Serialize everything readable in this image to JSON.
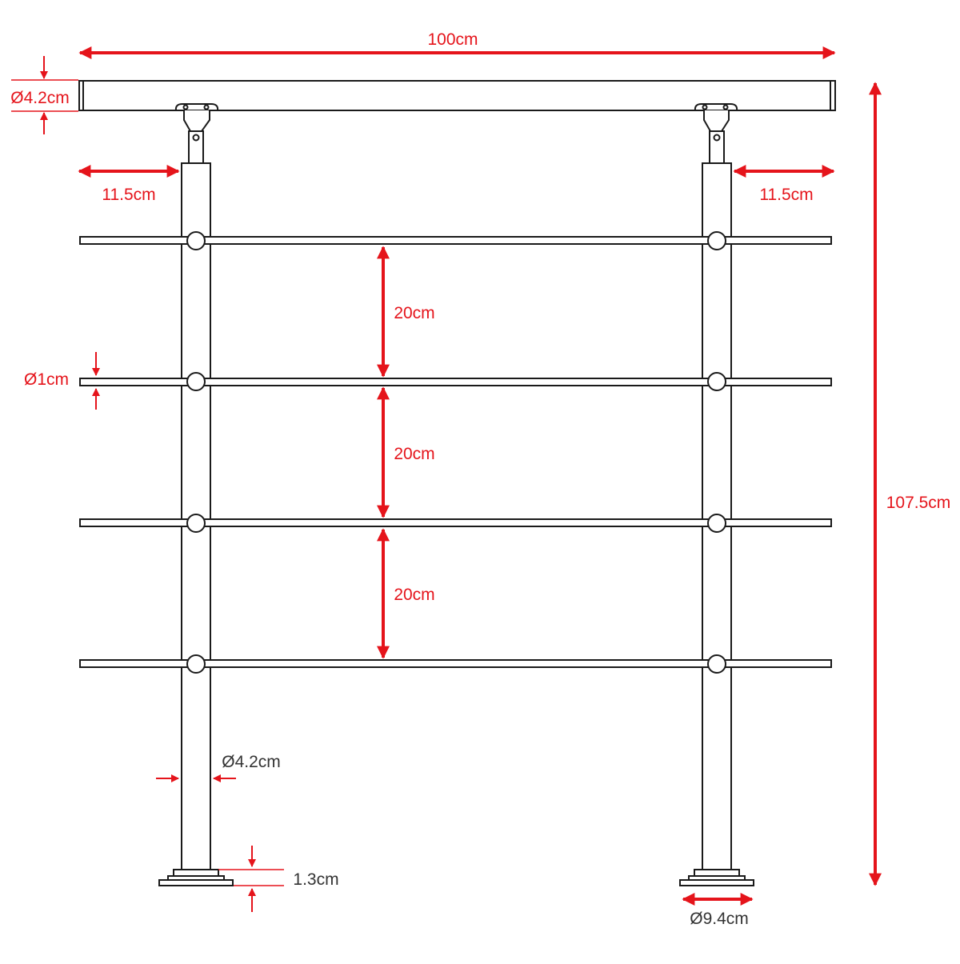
{
  "colors": {
    "line": "#1a1a1a",
    "dimension_red": "#e5141b",
    "dimension_dark": "#333333",
    "background": "#ffffff"
  },
  "dimensions": {
    "total_width": "100cm",
    "handrail_diameter": "Ø4.2cm",
    "left_overhang": "11.5cm",
    "right_overhang": "11.5cm",
    "rod_spacing_1": "20cm",
    "rod_spacing_2": "20cm",
    "rod_spacing_3": "20cm",
    "rod_diameter": "Ø1cm",
    "total_height": "107.5cm",
    "post_diameter": "Ø4.2cm",
    "base_plate_thickness": "1.3cm",
    "base_plate_diameter": "Ø9.4cm"
  }
}
